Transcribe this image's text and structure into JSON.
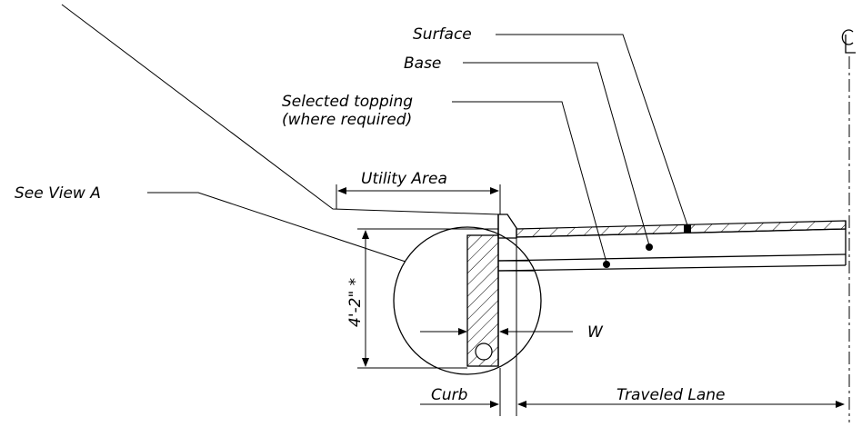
{
  "diagram": {
    "labels": {
      "surface": "Surface",
      "base": "Base",
      "selected_topping_line1": "Selected topping",
      "selected_topping_line2": "(where required)",
      "see_view_a": "See View A",
      "utility_area": "Utility Area",
      "height_dim": "4'-2\" *",
      "w": "W",
      "curb": "Curb",
      "traveled_lane": "Traveled Lane",
      "centerline_symbol": "C L"
    },
    "colors": {
      "ink": "#000000",
      "background": "#ffffff"
    }
  }
}
